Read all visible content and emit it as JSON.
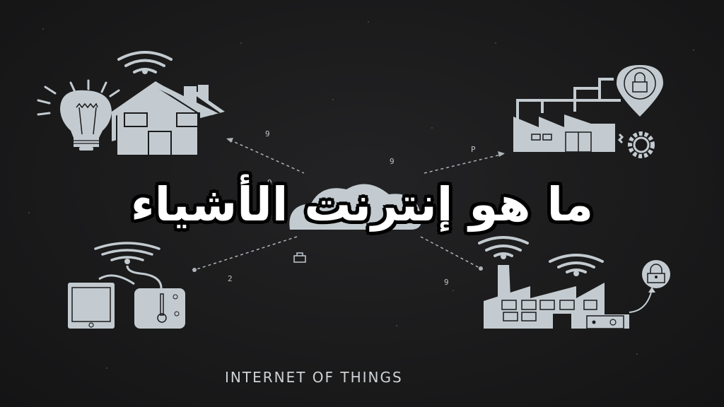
{
  "title": "ما هو إنترنت الأشياء",
  "footer": "INTERNET OF THINGS",
  "colors": {
    "background": "#1b1b1c",
    "icon_fill": "#c3cbd0",
    "title_text": "#ffffff",
    "title_outline": "#000000"
  },
  "illustrations": [
    {
      "id": "lightbulb",
      "icon": "lightbulb-icon"
    },
    {
      "id": "smart-home",
      "icon": "house-wifi-icon"
    },
    {
      "id": "factory-location",
      "icon": "factory-pin-lock-gear-icon"
    },
    {
      "id": "tablet-thermostat",
      "icon": "tablet-thermometer-wifi-icon"
    },
    {
      "id": "factory-wifi-lock",
      "icon": "factory-wifi-lock-icon"
    },
    {
      "id": "cloud",
      "icon": "cloud-icon"
    }
  ],
  "annotations": [
    "9",
    "9",
    "9",
    "P",
    "9",
    "2"
  ]
}
